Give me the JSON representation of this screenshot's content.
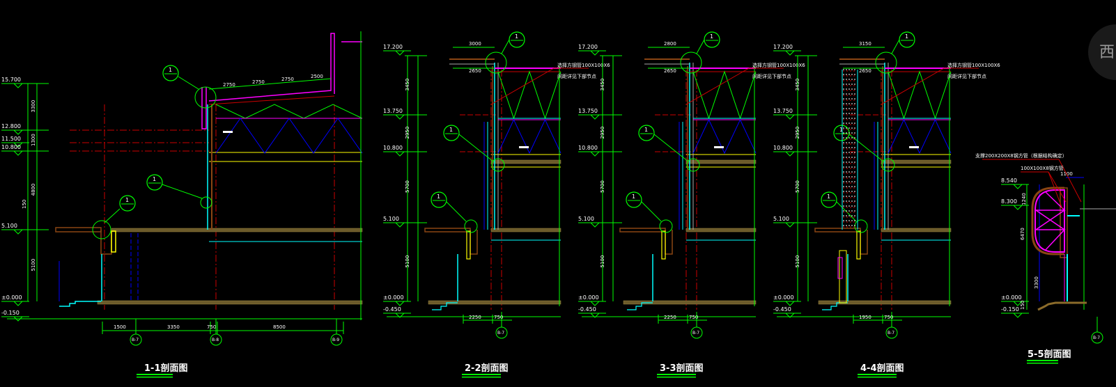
{
  "watermark": "西",
  "colors": {
    "background": "#000000",
    "dim": "#00ff00",
    "wall": "#00ffff",
    "roof": "#ff00ff",
    "axis": "#cc0000",
    "brace": "#0000ff",
    "slab": "#ffff00",
    "finish": "#8b4513"
  },
  "sections": [
    {
      "title": "1-1剖面图",
      "levels": [
        "15.700",
        "12.800",
        "11.500",
        "10.800",
        "5.100",
        "±0.000",
        "-0.150"
      ],
      "vdims": [
        "3300",
        "1300",
        "4800",
        "5100",
        "150"
      ],
      "roof_dims": [
        "2750",
        "2750",
        "2750",
        "2500"
      ],
      "bottom_dims": [
        "1500",
        "3350",
        "750",
        "8500"
      ],
      "axes": [
        "B-7",
        "B-8",
        "B-9"
      ],
      "callout": "1"
    },
    {
      "title": "2-2剖面图",
      "levels": [
        "17.200",
        "13.750",
        "10.800",
        "5.100",
        "±0.000",
        "-0.450"
      ],
      "vdims": [
        "3450",
        "2950",
        "5700",
        "5100"
      ],
      "top_dims": [
        "3000",
        "2650"
      ],
      "bottom_dims": [
        "2250",
        "750"
      ],
      "axes": [
        "B-7"
      ],
      "note": [
        "选择方钢管100X100X6",
        "间距详见下部节点"
      ],
      "callout": "1"
    },
    {
      "title": "3-3剖面图",
      "levels": [
        "17.200",
        "13.750",
        "10.800",
        "5.100",
        "±0.000",
        "-0.450"
      ],
      "vdims": [
        "3450",
        "2950",
        "5700",
        "5100"
      ],
      "top_dims": [
        "2800",
        "2650"
      ],
      "bottom_dims": [
        "2250",
        "750"
      ],
      "axes": [
        "B-7"
      ],
      "note": [
        "选择方钢管100X100X6",
        "间距详见下部节点"
      ],
      "callout": "1"
    },
    {
      "title": "4-4剖面图",
      "levels": [
        "17.200",
        "13.750",
        "10.800",
        "5.100",
        "±0.000",
        "-0.450"
      ],
      "vdims": [
        "3450",
        "2950",
        "5700",
        "5100"
      ],
      "top_dims": [
        "3150",
        "2650"
      ],
      "bottom_dims": [
        "1950",
        "750"
      ],
      "axes": [
        "B-7"
      ],
      "note": [
        "选择方钢管100X100X6",
        "间距详见下部节点"
      ],
      "callout": "1"
    },
    {
      "title": "5-5剖面图",
      "levels": [
        "8.540",
        "8.300",
        "±0.000",
        "-0.150"
      ],
      "vdims": [
        "1240",
        "6470",
        "3300",
        "150"
      ],
      "top_dims": [
        "1100"
      ],
      "note": [
        "支撑200X200X8钢方管（根据结构确定）",
        "100X100X8钢方管"
      ],
      "axes": [
        "B-7"
      ]
    }
  ]
}
